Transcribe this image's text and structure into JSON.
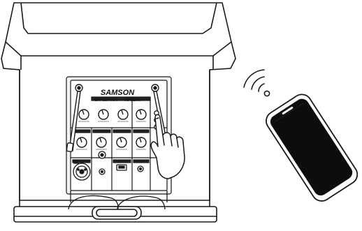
{
  "panel": {
    "brand": "SAMSON",
    "model_prefix": "EXPEDITION",
    "model": "XP310w"
  },
  "illustration": {
    "subject": "speaker-rear-panel",
    "icons": [
      "wireless-signal-icon",
      "smartphone-icon",
      "hand-pressing-button-icon"
    ]
  },
  "colors": {
    "line": "#1a1a1a",
    "speaker_body": "#ffffff",
    "panel": "#f4f4f4",
    "phone_screen": "#0d0d0d"
  }
}
